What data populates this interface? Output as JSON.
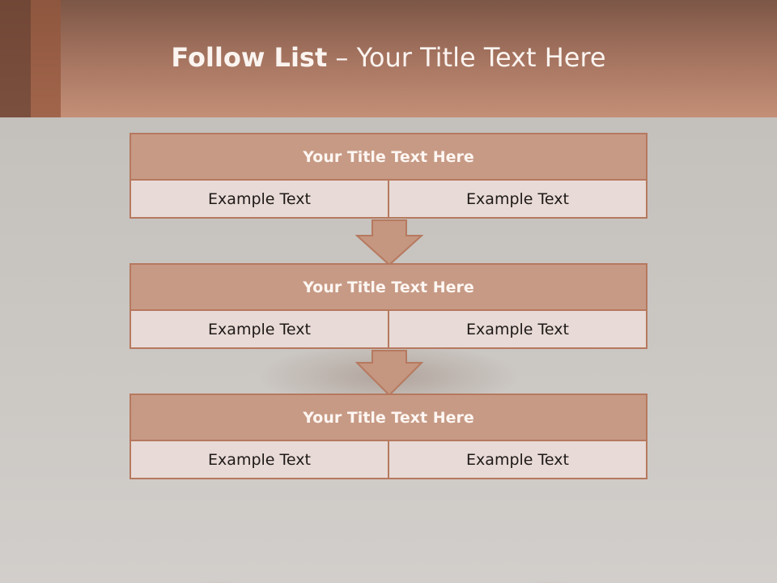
{
  "header": {
    "title_bold": "Follow List",
    "title_rest": "– Your Title Text Here"
  },
  "blocks": [
    {
      "title": "Your Title Text Here",
      "cells": [
        "Example Text",
        "Example Text"
      ]
    },
    {
      "title": "Your Title Text Here",
      "cells": [
        "Example Text",
        "Example Text"
      ]
    },
    {
      "title": "Your Title Text Here",
      "cells": [
        "Example Text",
        "Example Text"
      ]
    }
  ],
  "colors": {
    "accent": "#c79a85",
    "border": "#b6795f",
    "cell_fill": "#e8dad6",
    "header_top": "#7c5646",
    "header_bottom": "#c48f77"
  }
}
